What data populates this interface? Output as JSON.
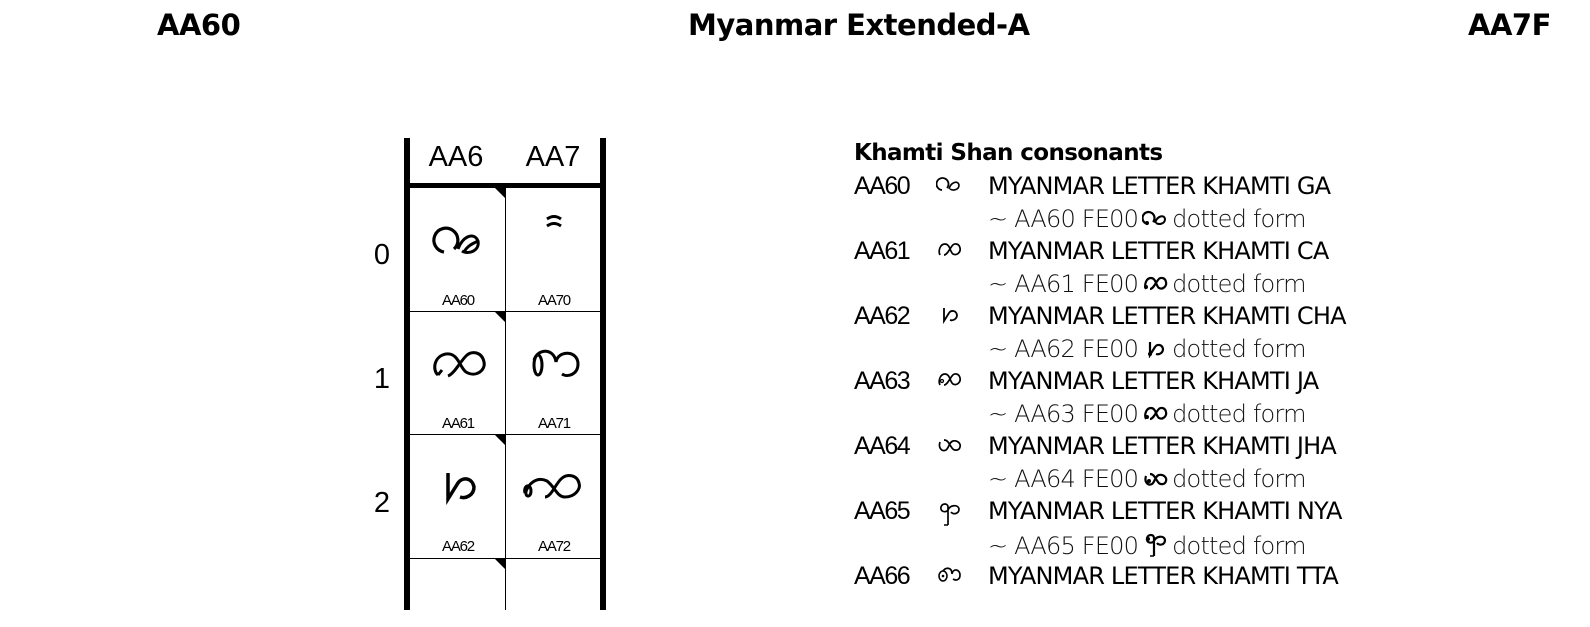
{
  "header": {
    "range_start": "AA60",
    "block_title": "Myanmar Extended-A",
    "range_end": "AA7F"
  },
  "code_chart": {
    "columns": [
      {
        "label": "AA6"
      },
      {
        "label": "AA7"
      }
    ],
    "rows": [
      {
        "label": "0"
      },
      {
        "label": "1"
      },
      {
        "label": "2"
      }
    ],
    "cells": [
      {
        "code": "AA60",
        "glyph_icon": "khamti-ga-glyph"
      },
      {
        "code": "AA70",
        "glyph_icon": "khamti-reduplication-mark-glyph"
      },
      {
        "code": "AA61",
        "glyph_icon": "khamti-ca-glyph"
      },
      {
        "code": "AA71",
        "glyph_icon": "khamti-xa-glyph"
      },
      {
        "code": "AA62",
        "glyph_icon": "khamti-cha-glyph"
      },
      {
        "code": "AA72",
        "glyph_icon": "aiton-ra-glyph"
      }
    ]
  },
  "names_list": {
    "section_title": "Khamti Shan consonants",
    "entries": [
      {
        "code": "AA60",
        "name": "MYANMAR LETTER KHAMTI GA",
        "variant": "~ AA60 FE00",
        "variant_desc": "dotted form"
      },
      {
        "code": "AA61",
        "name": "MYANMAR LETTER KHAMTI CA",
        "variant": "~ AA61 FE00",
        "variant_desc": "dotted form"
      },
      {
        "code": "AA62",
        "name": "MYANMAR LETTER KHAMTI CHA",
        "variant": "~ AA62 FE00",
        "variant_desc": "dotted form"
      },
      {
        "code": "AA63",
        "name": "MYANMAR LETTER KHAMTI JA",
        "variant": "~ AA63 FE00",
        "variant_desc": "dotted form"
      },
      {
        "code": "AA64",
        "name": "MYANMAR LETTER KHAMTI JHA",
        "variant": "~ AA64 FE00",
        "variant_desc": "dotted form"
      },
      {
        "code": "AA65",
        "name": "MYANMAR LETTER KHAMTI NYA",
        "variant": "~ AA65 FE00",
        "variant_desc": "dotted form"
      },
      {
        "code": "AA66",
        "name": "MYANMAR LETTER KHAMTI TTA",
        "variant": "",
        "variant_desc": ""
      }
    ]
  }
}
